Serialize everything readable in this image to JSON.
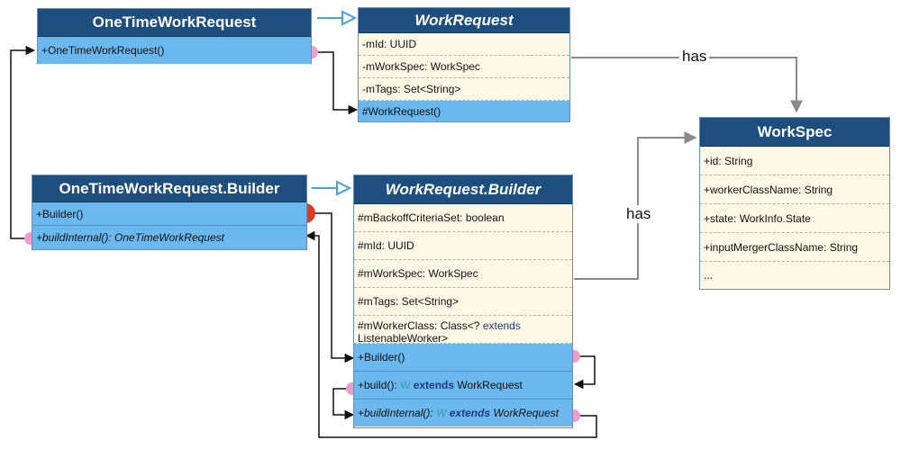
{
  "classes": {
    "one_time_work_request": {
      "title": "OneTimeWorkRequest",
      "members": [
        "+OneTimeWorkRequest()"
      ]
    },
    "work_request": {
      "title": "WorkRequest",
      "fields": [
        "-mId: UUID",
        "-mWorkSpec: WorkSpec",
        "-mTags: Set<String>"
      ],
      "methods": [
        "#WorkRequest()"
      ]
    },
    "work_spec": {
      "title": "WorkSpec",
      "fields": [
        "+id: String",
        "+workerClassName: String",
        "+state: WorkInfo.State",
        "+inputMergerClassName: String",
        "..."
      ]
    },
    "one_time_builder": {
      "title": "OneTimeWorkRequest.Builder",
      "methods": [
        "+Builder()",
        "+buildInternal(): OneTimeWorkRequest"
      ]
    },
    "work_request_builder": {
      "title": "WorkRequest.Builder",
      "fields": [
        "#mBackoffCriteriaSet: boolean",
        "#mId: UUID",
        "#mWorkSpec: WorkSpec",
        "#mTags: Set<String>"
      ],
      "field_worker_class": {
        "prefix": "#mWorkerClass: Class<? ",
        "keyword": "extends",
        "suffix": "ListenableWorker>"
      },
      "method_builder": "+Builder()",
      "method_build": {
        "prefix": "+build(): ",
        "generic": "W",
        "keyword": "extends",
        "suffix": "WorkRequest"
      },
      "method_build_internal": {
        "prefix": "+buildInternal(): ",
        "generic": "W",
        "keyword": "extends",
        "suffix": "WorkRequest"
      }
    }
  },
  "relations": {
    "has_label_1": "has",
    "has_label_2": "has"
  },
  "colors": {
    "header": "#1d4e7e",
    "method_row": "#6ab8ee",
    "field_row": "#fdf9e6",
    "inherit_arrow": "#4a9fe0",
    "association_line": "#8a8a8a",
    "connector_dot": "#ef9ccf",
    "active_dot": "#e03a20"
  }
}
